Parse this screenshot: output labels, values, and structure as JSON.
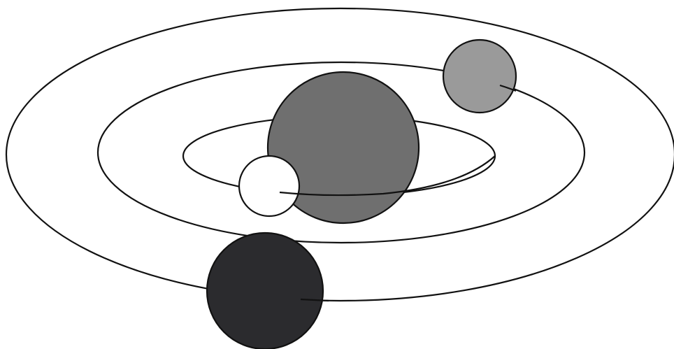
{
  "diagram": {
    "kind": "orbital-model",
    "orbit_count": 3,
    "colors": {
      "background": "#ffffff",
      "stroke": "#111111",
      "central_body": "#6f6f6f",
      "outer_small_body": "#9a9a9a",
      "inner_small_body": "#ffffff",
      "dark_body": "#2b2b2e"
    },
    "bodies": [
      {
        "id": "central",
        "role": "central-body"
      },
      {
        "id": "inner",
        "role": "orbiting-body"
      },
      {
        "id": "middle",
        "role": "orbiting-body"
      },
      {
        "id": "outer",
        "role": "orbiting-body"
      }
    ]
  }
}
